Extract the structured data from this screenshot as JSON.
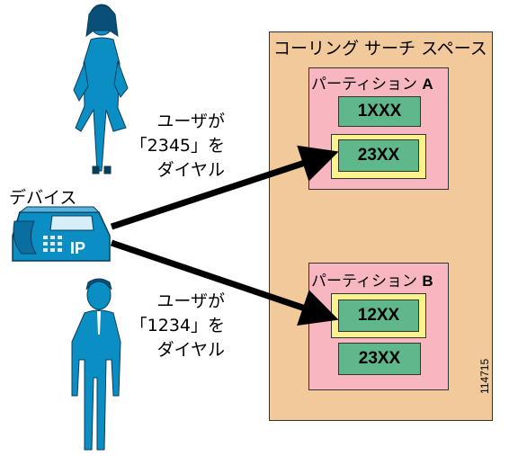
{
  "calling_search_space": {
    "title": "コーリング サーチ スペース",
    "partitions": [
      {
        "label": "パーティション",
        "letter": "A",
        "patterns": [
          "1XXX",
          "23XX"
        ],
        "highlighted": "23XX"
      },
      {
        "label": "パーティション",
        "letter": "B",
        "patterns": [
          "12XX",
          "23XX"
        ],
        "highlighted": "12XX"
      }
    ]
  },
  "device": {
    "label": "デバイス",
    "phone_text": "IP"
  },
  "users": [
    {
      "line1": "ユーザが",
      "line2": "「2345」を",
      "line3": "ダイヤル"
    },
    {
      "line1": "ユーザが",
      "line2": "「1234」を",
      "line3": "ダイヤル"
    }
  ],
  "figure_id": "114715",
  "colors": {
    "search_space": "#f2c99b",
    "partition": "#f7b6c0",
    "pattern": "#5fb88b",
    "highlight": "#fbf28c",
    "people": "#0b8ec4"
  }
}
